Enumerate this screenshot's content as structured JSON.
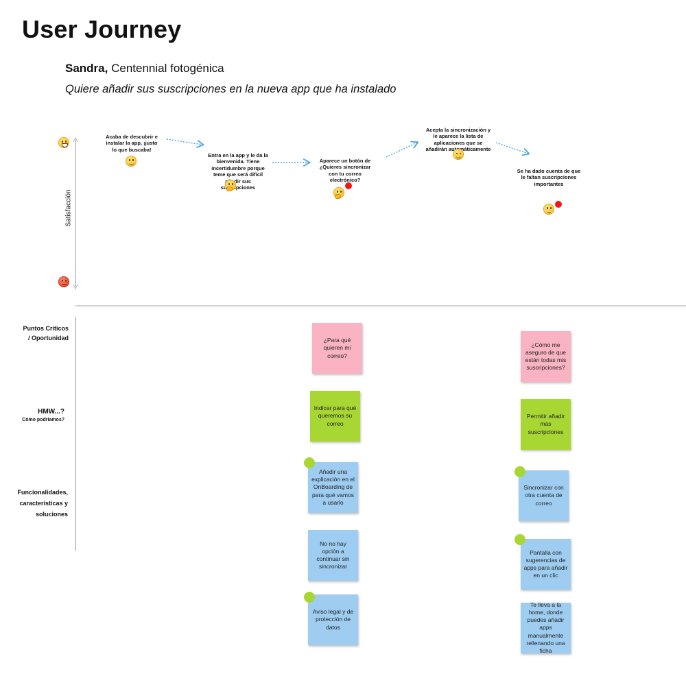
{
  "title": "User Journey",
  "persona": {
    "name": "Sandra,",
    "description": "Centennial fotogénica"
  },
  "goal": "Quiere añadir sus suscripciones en la nueva app que ha instalado",
  "satisfaction_axis": {
    "label": "Satisfacción",
    "top_icon": "grinning-face-icon",
    "bottom_icon": "angry-face-icon"
  },
  "steps": [
    {
      "text": "Acaba de descubrir e instalar la app, ¡justo lo que buscaba!",
      "emotion": "slightly-smiling-face-icon",
      "critical": false
    },
    {
      "text": "Entra en la app y le da la bienvenida. Tiene incertidumbre porque teme que será difícil añadir sus suscripciones",
      "emotion": "thinking-face-icon",
      "critical": false
    },
    {
      "text": "Aparece un botón de ¿Quieres sincronizar con tu correo electrónico?",
      "emotion": "thinking-face-icon",
      "critical": true
    },
    {
      "text": "Acepta la sincronización y le aparece la lista de aplicaciones que se añadirán automáticamente",
      "emotion": "relieved-face-icon",
      "critical": false
    },
    {
      "text": "Se ha dado cuenta de que le faltan suscripciones importantes",
      "emotion": "confused-face-icon",
      "critical": true
    }
  ],
  "rows": {
    "critical": {
      "label_line1": "Puntos Críticos",
      "label_line2": "/ Oportunidad"
    },
    "hmw": {
      "label": "HMW...?",
      "sub": "Cómo podríamos?"
    },
    "features": {
      "label_line1": "Funcionalidades,",
      "label_line2": "características y",
      "label_line3": "soluciones"
    }
  },
  "notes": {
    "col1": {
      "critical": "¿Para qué quieren mi correo?",
      "hmw": "Indicar para qué queremos su correo",
      "features": [
        {
          "text": "Añadir una explicación en el OnBoarding de para qué vamos a usarlo",
          "voted": true
        },
        {
          "text": "No no hay opción a continuar sin sincronizar",
          "voted": false
        },
        {
          "text": "Aviso legal y de protección de datos",
          "voted": true
        }
      ]
    },
    "col2": {
      "critical": "¿Cómo me aseguro de que están todas mis suscripciones?",
      "hmw": "Permitir añadir más suscripciones",
      "features": [
        {
          "text": "Sincronizar con otra cuenta de correo",
          "voted": true
        },
        {
          "text": "Pantalla con sugerencias de apps para añadir en un clic",
          "voted": true
        },
        {
          "text": "Te lleva a la home, donde puedes añadir apps manualmente rellenando una ficha",
          "voted": false
        }
      ]
    }
  },
  "colors": {
    "critical_note": "#f9b3c2",
    "hmw_note": "#a8d632",
    "feature_note": "#9ecdf1",
    "vote_dot": "#a8d632",
    "alert_dot": "#f41616",
    "arrow": "#4aa3e6"
  }
}
